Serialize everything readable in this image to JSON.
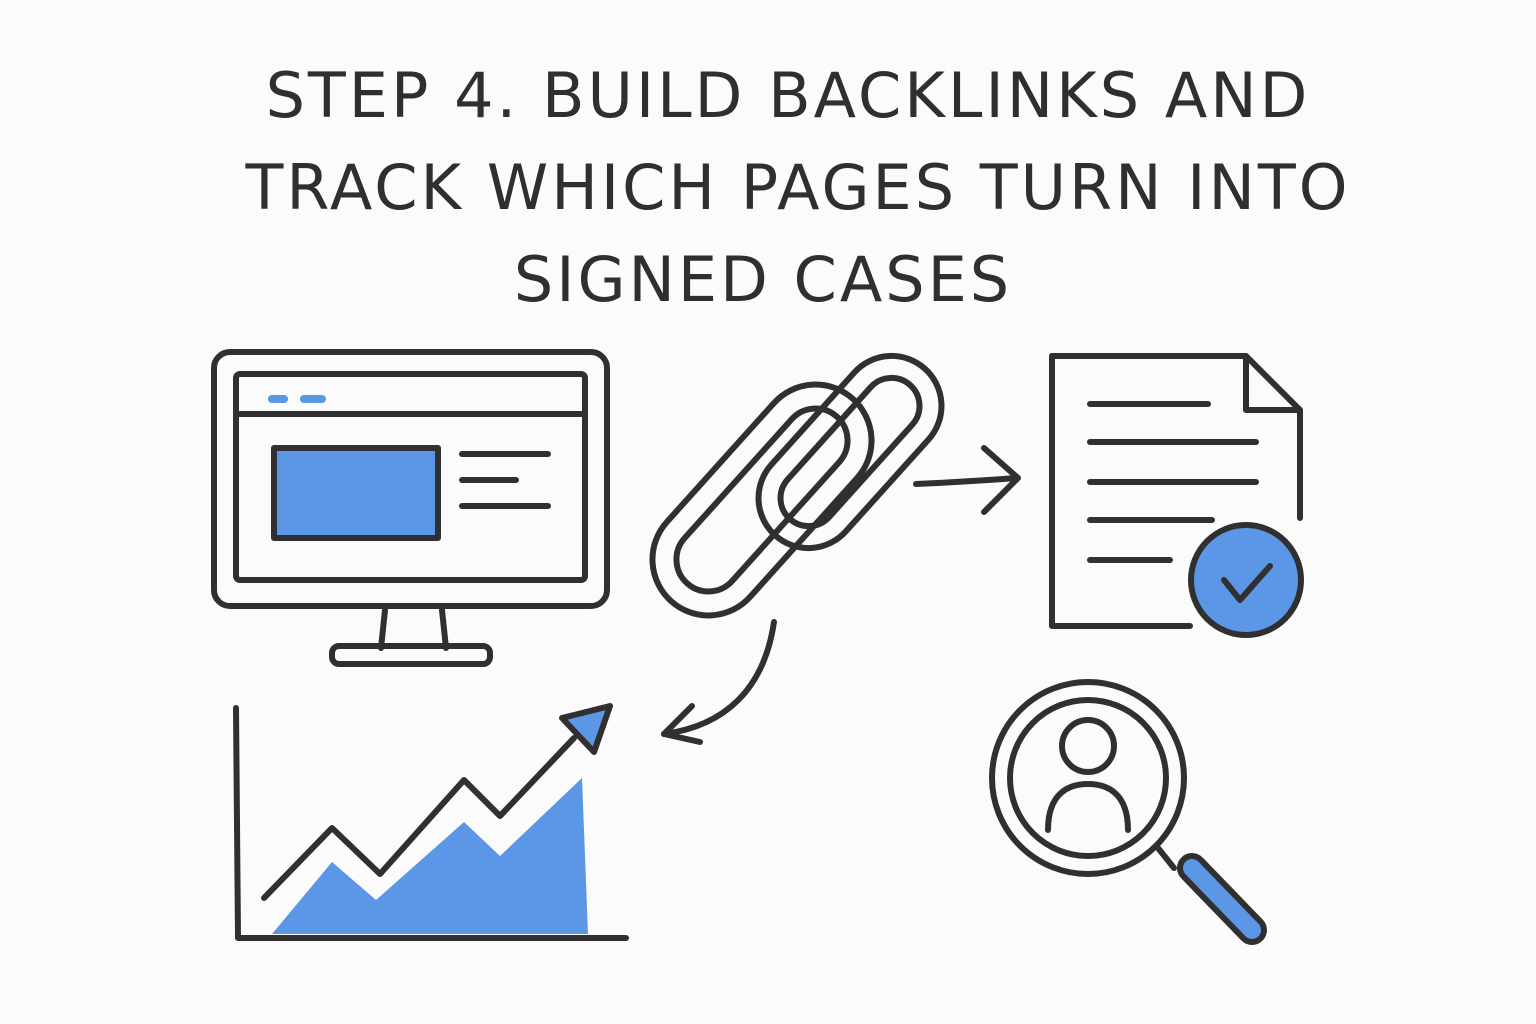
{
  "title": {
    "line1": "STEP 4. BUILD BACKLINKS AND",
    "line2": "TRACK WHICH PAGES TURN INTO",
    "line3": "SIGNED CASES"
  },
  "colors": {
    "ink": "#303030",
    "accent": "#5b97e6",
    "background": "#fbfbfb"
  },
  "icons": [
    "monitor-webpage-icon",
    "chain-link-icon",
    "arrow-right-icon",
    "document-check-icon",
    "curved-arrow-icon",
    "growth-chart-icon",
    "magnifier-person-icon"
  ]
}
